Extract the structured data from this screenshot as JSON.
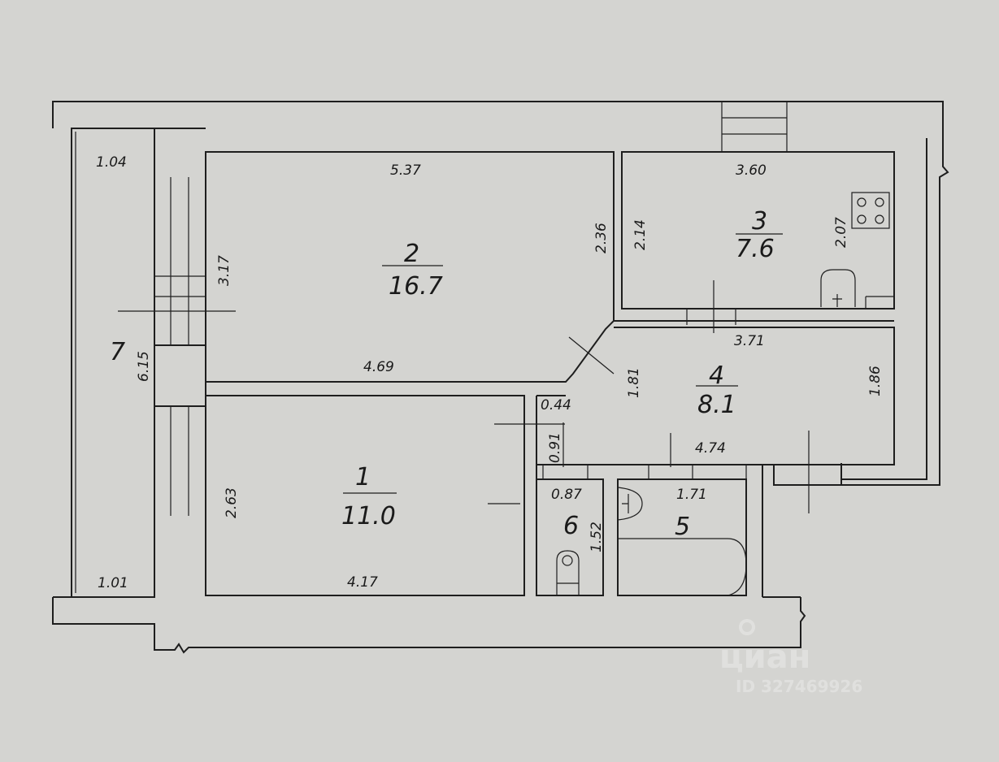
{
  "rooms": [
    {
      "number": "1",
      "area": "11.0"
    },
    {
      "number": "2",
      "area": "16.7"
    },
    {
      "number": "3",
      "area": "7.6"
    },
    {
      "number": "4",
      "area": "8.1"
    },
    {
      "number": "5"
    },
    {
      "number": "6"
    },
    {
      "number": "7"
    }
  ],
  "dimensions": {
    "balcony_top": "1.04",
    "balcony_bottom": "1.01",
    "balcony_length": "6.15",
    "room2_top": "5.37",
    "room2_left": "3.17",
    "room2_right": "2.36",
    "room2_bottom": "4.69",
    "room3_top": "3.60",
    "room3_left": "2.14",
    "room3_right": "2.07",
    "room4_top": "3.71",
    "room4_left": "1.81",
    "room4_right": "1.86",
    "room4_bottom": "4.74",
    "niche_width": "0.44",
    "niche_depth": "0.91",
    "room1_left": "2.63",
    "room1_bottom": "4.17",
    "room6_width": "0.87",
    "room6_length": "1.52",
    "room5_width": "1.71"
  },
  "watermark": {
    "brand": "циан",
    "id": "ID 327469926"
  }
}
